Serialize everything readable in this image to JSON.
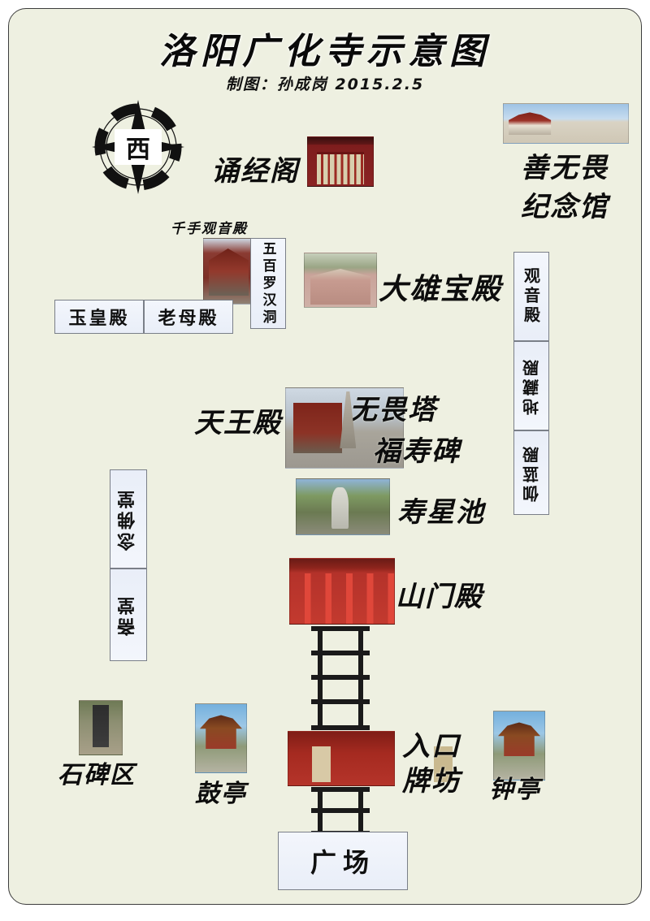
{
  "page": {
    "title": "洛阳广化寺示意图",
    "subtitle": "制图：孙成岗 2015.2.5",
    "background_color": "#eef0e1",
    "border_color": "#3c3c3c"
  },
  "compass": {
    "name": "compass-rose",
    "center_label": "西"
  },
  "labels": {
    "songjingge": "诵经阁",
    "shanwuwei_line1": "善无畏",
    "shanwuwei_line2": "纪念馆",
    "qianshou_guanyin": "千手观音殿",
    "daxiong_baodian": "大雄宝殿",
    "tianwang_dian": "天王殿",
    "wuwei_ta": "无畏塔",
    "fushou_bei": "福寿碑",
    "shouxing_chi": "寿星池",
    "shanmen_dian": "山门殿",
    "shibei_qu": "石碑区",
    "gu_ting": "鼓亭",
    "rukou_line1": "入口",
    "rukou_line2": "牌坊",
    "zhong_ting": "钟亭"
  },
  "boxes": {
    "yuhuang_dian": "玉皇殿",
    "laomu_dian": "老母殿",
    "wubai_luohan_dong": "五百罗汉洞",
    "guanyin_dian": "观音殿",
    "dizang_dian": "地藏殿",
    "qielan_dian": "伽蓝殿",
    "nianfo_tang": "念佛堂",
    "zhai_tang": "斋堂",
    "guang_chang": "广场"
  },
  "photos": {
    "songjingge": "songjingge-building-photo",
    "shanwuwei": "shanwuwei-memorial-hall-photo",
    "qianshou_guanyin": "qianshou-guanyin-hall-photo",
    "daxiong_baodian": "daxiong-baodian-photo",
    "wuwei_ta": "wuwei-pagoda-photo",
    "shouxing_chi": "shouxing-pond-photo",
    "shanmen_dian": "shanmen-gate-photo",
    "shibei_qu": "stone-stele-photo",
    "gu_ting": "drum-pavilion-photo",
    "rukou_paifang": "entrance-archway-photo",
    "zhong_ting": "bell-pavilion-photo"
  }
}
